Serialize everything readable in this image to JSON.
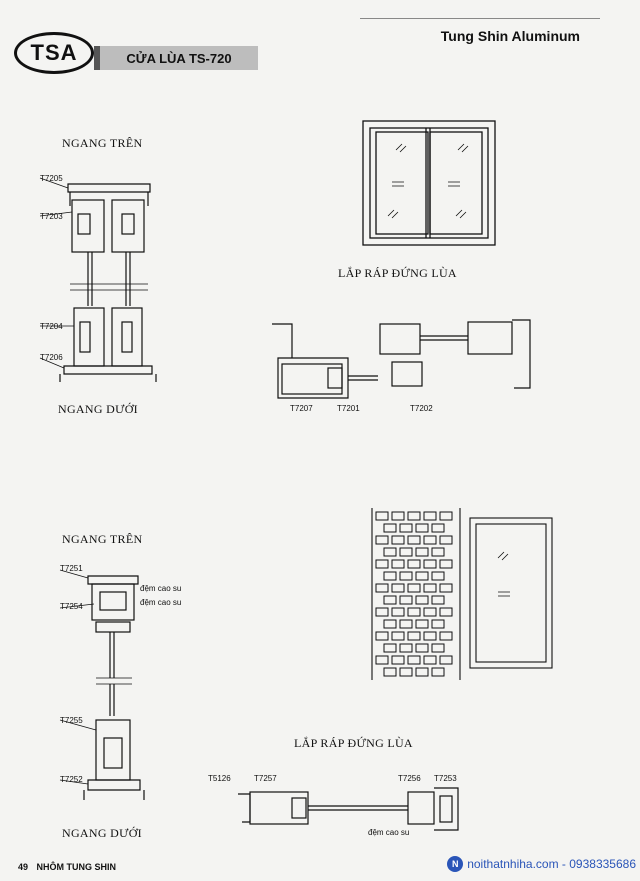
{
  "header": {
    "logo": "TSA",
    "title": "CỬA LÙA TS-720",
    "brand": "Tung Shin Aluminum"
  },
  "section1": {
    "top_label": "NGANG TRÊN",
    "bottom_label": "NGANG DƯỚI",
    "assembly_label": "LẮP RÁP ĐỨNG LÙA",
    "codes_vertical": [
      "T7205",
      "T7203",
      "T7204",
      "T7206"
    ],
    "codes_horizontal": [
      "T7207",
      "T7201",
      "T7202"
    ]
  },
  "section2": {
    "top_label": "NGANG TRÊN",
    "bottom_label": "NGANG DƯỚI",
    "assembly_label": "LẮP RÁP ĐỨNG LÙA",
    "codes_vertical": [
      "T7251",
      "T7254",
      "T7255",
      "T7252"
    ],
    "gasket_notes": [
      "đệm cao su",
      "đệm cao su"
    ],
    "codes_horizontal": [
      "T5126",
      "T7257",
      "T7256",
      "T7253"
    ],
    "gasket_note_horizontal": "đệm cao su"
  },
  "footer": {
    "page": "49",
    "text": "NHÔM TUNG SHIN"
  },
  "watermark": "noithatnhiha.com - 0938335686"
}
